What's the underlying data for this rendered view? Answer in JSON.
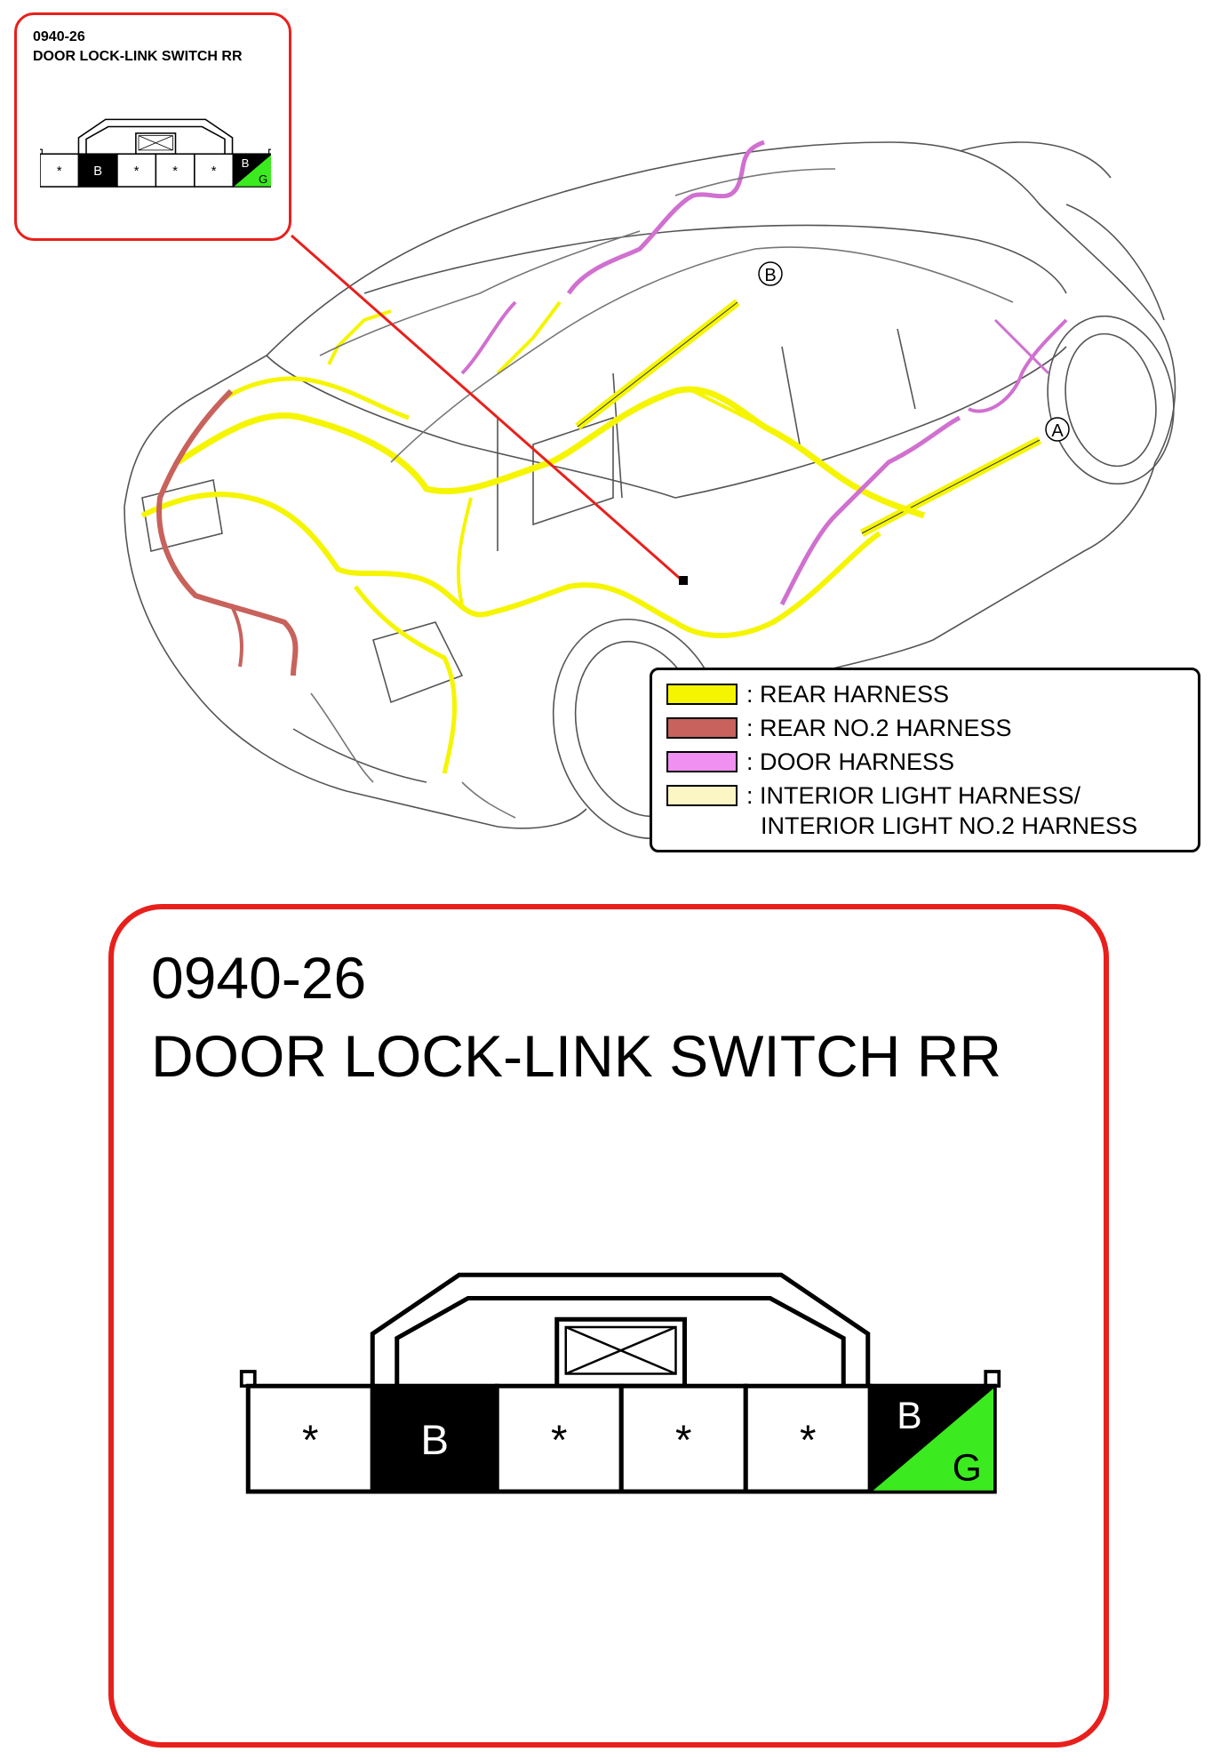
{
  "small_callout": {
    "code": "0940-26",
    "name": "DOOR LOCK-LINK SWITCH RR"
  },
  "connector": {
    "pins": [
      {
        "label": "*",
        "fill": "#ffffff",
        "text_color": "#000000"
      },
      {
        "label": "B",
        "fill": "#000000",
        "text_color": "#ffffff"
      },
      {
        "label": "*",
        "fill": "#ffffff",
        "text_color": "#000000"
      },
      {
        "label": "*",
        "fill": "#ffffff",
        "text_color": "#000000"
      },
      {
        "label": "*",
        "fill": "#ffffff",
        "text_color": "#000000"
      },
      {
        "label": "B",
        "label2": "G",
        "fill": "#000000",
        "fill2": "#3bea1f",
        "text_color": "#ffffff",
        "text_color2": "#000000"
      }
    ]
  },
  "ground_markers": {
    "a": "A",
    "b": "B"
  },
  "legend": {
    "items": [
      {
        "label": ": REAR HARNESS",
        "color": "#f5f500"
      },
      {
        "label": ": REAR NO.2 HARNESS",
        "color": "#c8625c"
      },
      {
        "label": ": DOOR HARNESS",
        "color": "#f090f0"
      },
      {
        "label": ": INTERIOR LIGHT HARNESS/",
        "color": "#fbf6c4"
      }
    ],
    "continuation": "INTERIOR LIGHT NO.2 HARNESS"
  },
  "big_callout": {
    "code": "0940-26",
    "name": "DOOR LOCK-LINK SWITCH RR"
  },
  "colors": {
    "callout_border": "#e8201c",
    "rear_harness": "#f5f500",
    "rear_no2_harness": "#c8625c",
    "door_harness": "#d070d0",
    "interior_light_harness": "#fbf6c4",
    "green_pin": "#3bea1f"
  }
}
